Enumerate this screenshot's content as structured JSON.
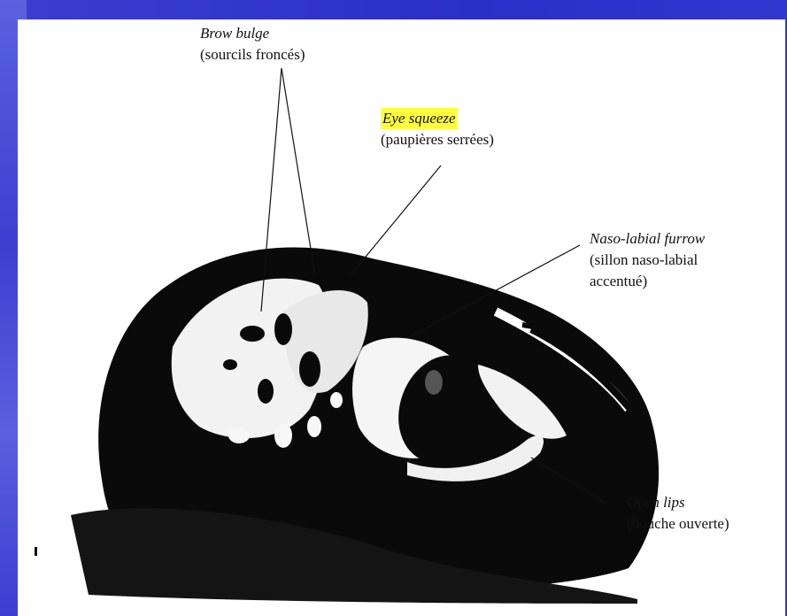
{
  "annotations": [
    {
      "id": "brow",
      "en": "Brow bulge",
      "fr": "(sourcils froncés)",
      "highlight": false
    },
    {
      "id": "eye",
      "en": "Eye squeeze",
      "fr": "(paupières serrées)",
      "highlight": true
    },
    {
      "id": "naso",
      "en": "Naso-labial furrow",
      "fr": "(sillon naso-labial",
      "fr2": "accentué)",
      "highlight": false
    },
    {
      "id": "lips",
      "en": "Open lips",
      "fr": "(bouche ouverte)",
      "highlight": false
    }
  ],
  "colors": {
    "background": "#2a2fc8",
    "highlight": "#ffff3c",
    "ink": "#111111"
  }
}
